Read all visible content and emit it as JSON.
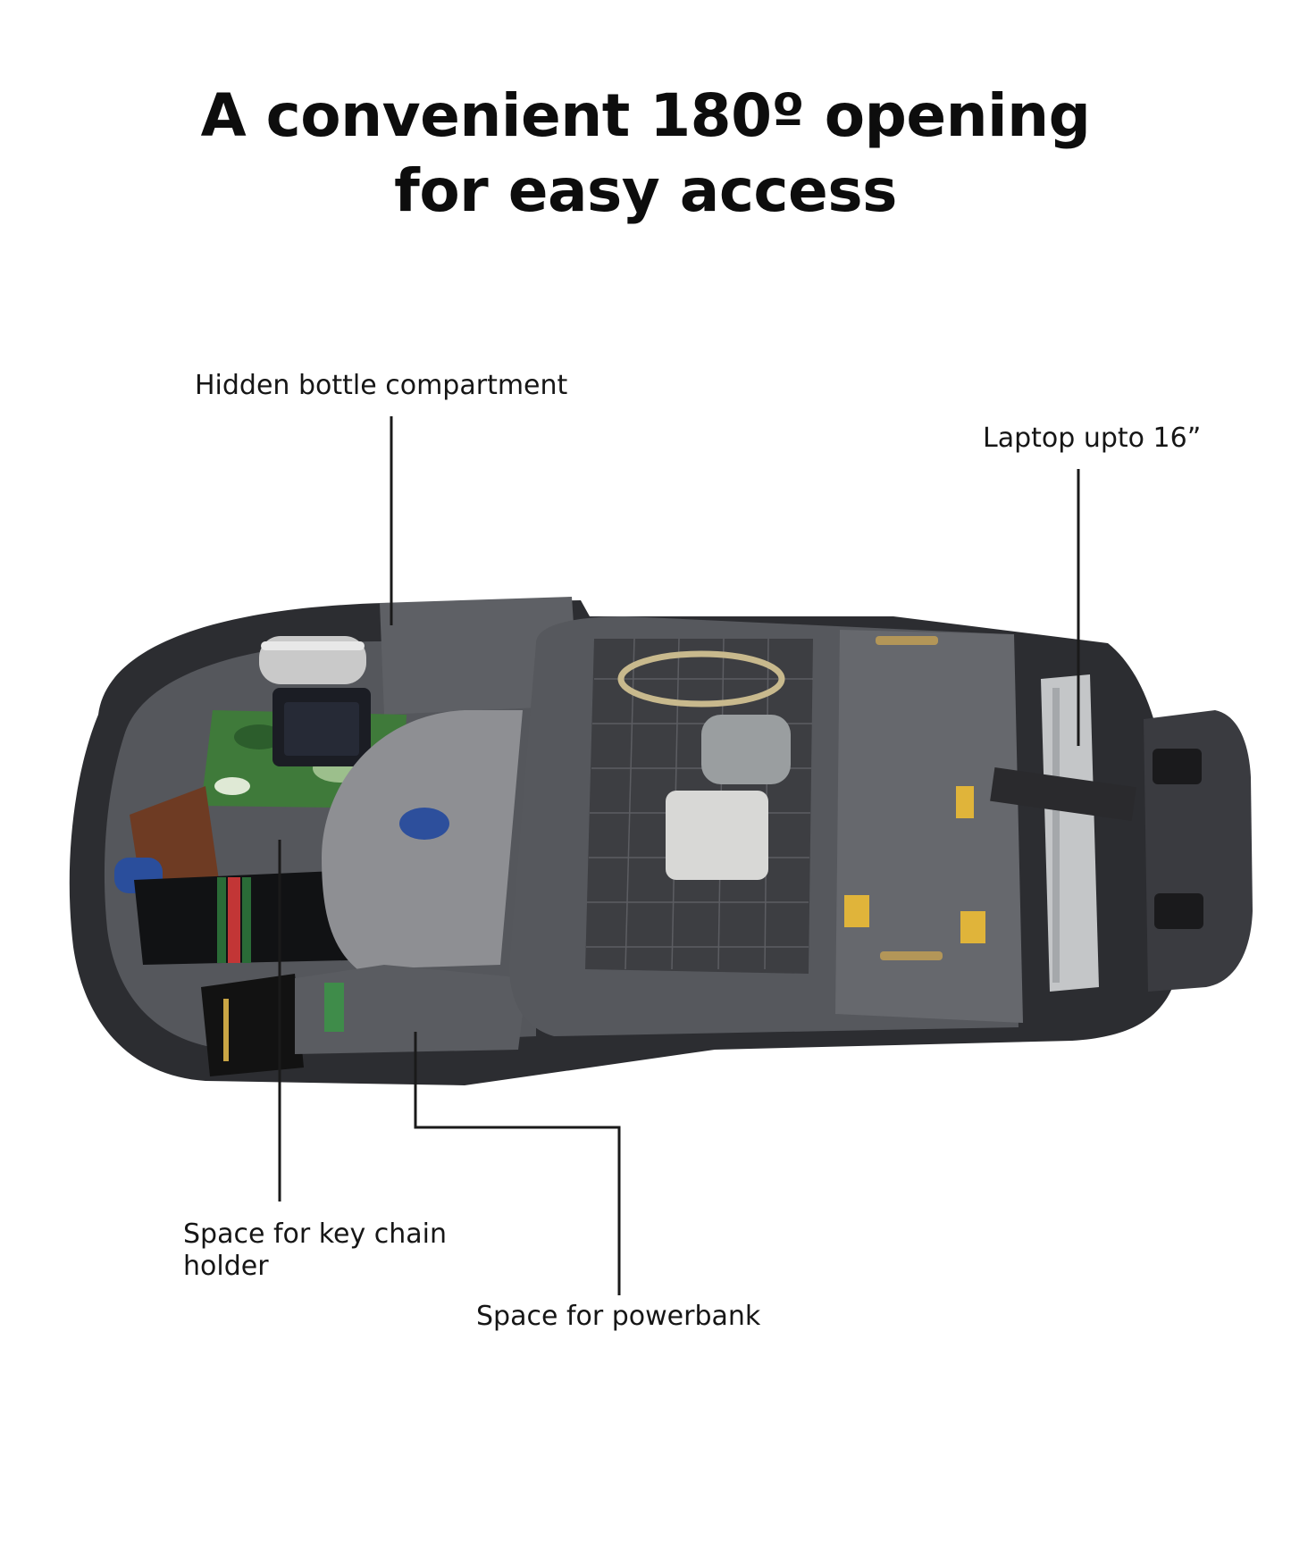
{
  "headline": {
    "line1": "A convenient 180º opening",
    "line2": "for easy access"
  },
  "callouts": {
    "bottle": "Hidden bottle compartment",
    "laptop": "Laptop upto 16”",
    "key_line1": "Space for key chain",
    "key_line2": "holder",
    "powerbank": "Space for powerbank"
  },
  "colors": {
    "background": "#ffffff",
    "bag_dark": "#2c2d31",
    "bag_grey": "#5b5d62",
    "accent_yellow": "#e0b43a",
    "leader_line": "#1a1a1a"
  }
}
